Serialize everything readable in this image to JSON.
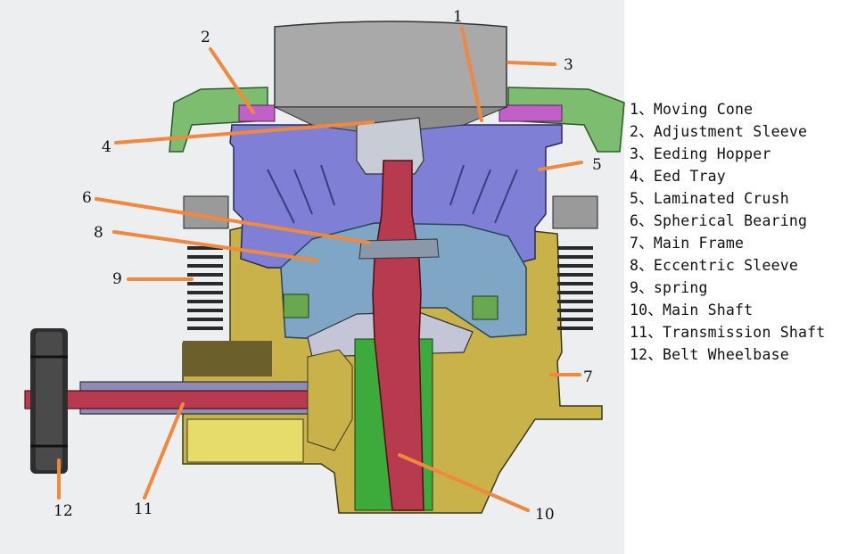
{
  "colors": {
    "leader": "#f0883e",
    "moving_cone": "#b73a4e",
    "hopper": "#a9a9a9",
    "frame": "#c9b24a",
    "adjust_sleeve": "#7f7fd6",
    "eccentric": "#7fa6c4",
    "ring_green": "#7dbd6f",
    "magenta": "#c060c8",
    "spring": "#3a3a3a"
  },
  "legend": [
    "1、Moving Cone",
    "2、Adjustment Sleeve",
    "3、Eeding Hopper",
    "4、Eed Tray",
    "5、Laminated Crush",
    "6、Spherical Bearing",
    "7、Main Frame",
    "8、Eccentric Sleeve",
    "9、spring",
    "10、Main Shaft",
    "11、Transmission Shaft",
    "12、Belt Wheelbase"
  ],
  "callouts": {
    "c1": "1",
    "c2": "2",
    "c3": "3",
    "c4": "4",
    "c5": "5",
    "c6": "6",
    "c7": "7",
    "c8": "8",
    "c9": "9",
    "c10": "10",
    "c11": "11",
    "c12": "12"
  }
}
